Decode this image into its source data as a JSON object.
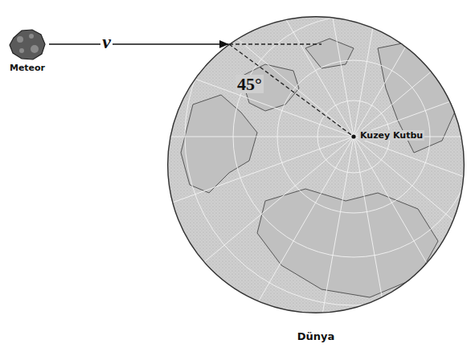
{
  "diagram": {
    "nodes": [
      {
        "text": [
          "Meteor"
        ]
      },
      {
        "text": [
          "Dünya"
        ]
      }
    ],
    "edges": [
      {
        "from": 0,
        "to": 1,
        "arrow": "to",
        "label": "v"
      }
    ],
    "labels": [
      "45°",
      "Kuzey Kutbu"
    ]
  }
}
